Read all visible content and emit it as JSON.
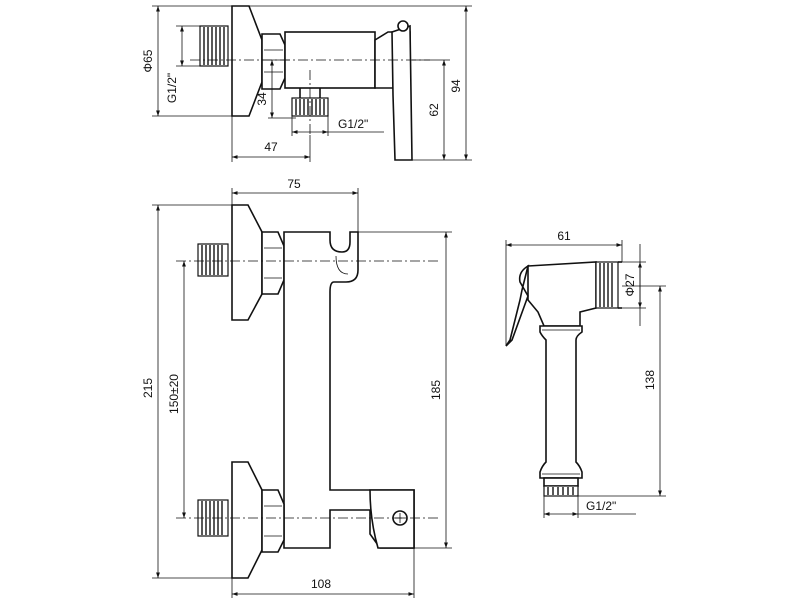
{
  "dimensions": {
    "top_view": {
      "diameter_label": "Φ65",
      "inlet_thread": "G1/2\"",
      "outlet_offset": "34",
      "outlet_thread": "G1/2\"",
      "depth": "47",
      "height_62": "62",
      "height_94": "94"
    },
    "front_view": {
      "width_top": "75",
      "total_height": "215",
      "center_distance": "150±20",
      "body_height": "185",
      "total_width": "108"
    },
    "hand_shower": {
      "length": "61",
      "head_diameter": "Φ27",
      "height": "138",
      "connection_thread": "G1/2\""
    }
  }
}
